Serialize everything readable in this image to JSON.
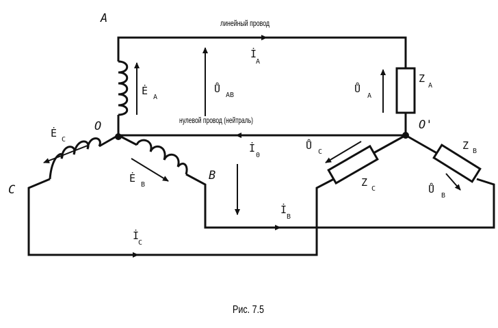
{
  "labels": {
    "node_a": "A",
    "node_b": "B",
    "node_c": "C",
    "node_o": "O",
    "node_o_prime": "O'",
    "line_wire_note": "линейный провод",
    "neutral_wire_note": "нулевой провод (нейтраль)",
    "ea": "Ė",
    "ea_sub": "A",
    "eb": "Ė",
    "eb_sub": "B",
    "ec": "Ė",
    "ec_sub": "C",
    "ia": "İ",
    "ia_sub": "A",
    "ib": "İ",
    "ib_sub": "B",
    "ic": "İ",
    "ic_sub": "C",
    "i0": "İ",
    "i0_sub": "0",
    "uab": "Ů",
    "uab_sub": "AB",
    "ua": "Ů",
    "ua_sub": "A",
    "ub": "Ů",
    "ub_sub": "B",
    "uc": "Ů",
    "uc_sub": "C",
    "za": "Z",
    "za_sub": "A",
    "zb": "Z",
    "zb_sub": "B",
    "zc": "Z",
    "zc_sub": "C"
  },
  "caption": "Рис. 7.5"
}
